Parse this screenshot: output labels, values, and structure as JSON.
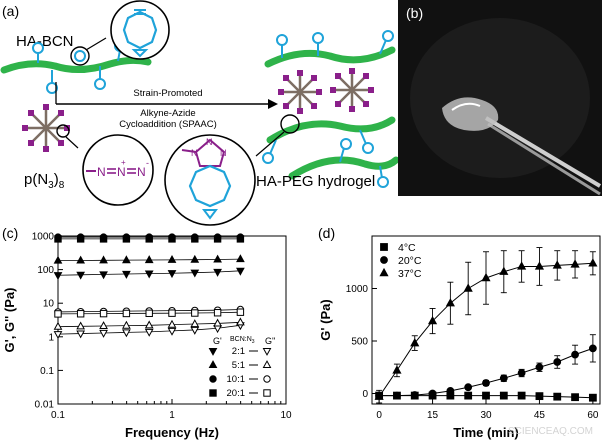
{
  "panel_labels": {
    "a": "(a)",
    "b": "(b)",
    "c": "(c)",
    "d": "(d)"
  },
  "scheme": {
    "ha_bcn_label": "HA-BCN",
    "crosslinker_label_base": "p(N",
    "crosslinker_label_sub1": "3",
    "crosslinker_label_mid": ")",
    "crosslinker_label_sub2": "8",
    "azide_n1": "N",
    "azide_n2": "N",
    "azide_n3": "N",
    "azide_plus": "+",
    "azide_minus": "-",
    "arrow_line1": "Strain-Promoted",
    "arrow_line2": "Alkyne-Azide",
    "arrow_line3": "Cycloaddition (SPAAC)",
    "triazole_n1": "N",
    "triazole_n2": "N",
    "triazole_n3": "N",
    "product_label": "HA-PEG hydrogel"
  },
  "photo": {
    "watermark": "SCIENCEAQ.COM"
  },
  "colors": {
    "polymer_green": "#2fb34a",
    "bcn_blue": "#1fa3d9",
    "azide_purple": "#8a1f8a",
    "peg_gray": "#7d6e63"
  },
  "chart_data": [
    {
      "id": "c",
      "type": "scatter",
      "log_x": true,
      "log_y": true,
      "xlabel": "Frequency (Hz)",
      "ylabel": "G', G'' (Pa)",
      "xlim": [
        0.1,
        10
      ],
      "ylim": [
        0.01,
        1000
      ],
      "x_ticks": [
        "0.1",
        "1",
        "10"
      ],
      "y_ticks": [
        "0.01",
        "0.1",
        "1",
        "10",
        "100",
        "1000"
      ],
      "legend_header_g1": "G'",
      "legend_header_ratio": "BCN:N",
      "legend_header_ratio_sub": "3",
      "legend_header_g2": "G''",
      "x": [
        0.1,
        0.158,
        0.251,
        0.398,
        0.631,
        1.0,
        1.585,
        2.512,
        3.981
      ],
      "series": [
        {
          "name": "2:1",
          "modulus": "G'",
          "marker": "triangle-down",
          "filled": true,
          "values": [
            68,
            70,
            72,
            74,
            76,
            78,
            81,
            85,
            92
          ]
        },
        {
          "name": "5:1",
          "modulus": "G'",
          "marker": "triangle-up",
          "filled": true,
          "values": [
            185,
            187,
            189,
            191,
            193,
            195,
            197,
            200,
            205
          ]
        },
        {
          "name": "10:1",
          "modulus": "G'",
          "marker": "circle",
          "filled": true,
          "values": [
            930,
            930,
            930,
            930,
            930,
            930,
            930,
            930,
            930
          ]
        },
        {
          "name": "20:1",
          "modulus": "G'",
          "marker": "square",
          "filled": true,
          "values": [
            820,
            820,
            820,
            820,
            820,
            820,
            820,
            820,
            820
          ]
        },
        {
          "name": "2:1",
          "modulus": "G''",
          "marker": "triangle-down",
          "filled": false,
          "values": [
            1.2,
            1.25,
            1.3,
            1.35,
            1.4,
            1.5,
            1.6,
            1.8,
            2.2
          ]
        },
        {
          "name": "5:1",
          "modulus": "G''",
          "marker": "triangle-up",
          "filled": false,
          "values": [
            2.0,
            2.05,
            2.1,
            2.15,
            2.2,
            2.3,
            2.4,
            2.5,
            2.7
          ]
        },
        {
          "name": "10:1",
          "modulus": "G''",
          "marker": "circle",
          "filled": false,
          "values": [
            5.5,
            5.6,
            5.7,
            5.8,
            5.9,
            6.0,
            6.1,
            6.2,
            6.5
          ]
        },
        {
          "name": "20:1",
          "modulus": "G''",
          "marker": "square",
          "filled": false,
          "values": [
            4.8,
            4.85,
            4.9,
            4.95,
            5.0,
            5.05,
            5.1,
            5.2,
            5.4
          ]
        }
      ]
    },
    {
      "id": "d",
      "type": "line",
      "xlabel": "Time (min)",
      "ylabel": "G' (Pa)",
      "xlim": [
        -2,
        62
      ],
      "ylim": [
        -100,
        1500
      ],
      "x_ticks": [
        "0",
        "15",
        "30",
        "45",
        "60"
      ],
      "y_ticks": [
        "0",
        "500",
        "1000"
      ],
      "series": [
        {
          "name": "4°C",
          "marker": "square",
          "x": [
            0,
            5,
            10,
            15,
            20,
            25,
            30,
            35,
            40,
            45,
            50,
            55,
            60
          ],
          "values": [
            -20,
            -20,
            -20,
            -20,
            -20,
            -20,
            -20,
            -20,
            -20,
            -25,
            -30,
            -35,
            -40
          ],
          "err": [
            10,
            10,
            10,
            10,
            10,
            10,
            10,
            10,
            10,
            10,
            10,
            10,
            10
          ]
        },
        {
          "name": "20°C",
          "marker": "circle",
          "x": [
            0,
            5,
            10,
            15,
            20,
            25,
            30,
            35,
            40,
            45,
            50,
            55,
            60
          ],
          "values": [
            -20,
            -20,
            -15,
            0,
            25,
            60,
            100,
            145,
            195,
            250,
            300,
            370,
            430
          ],
          "err": [
            15,
            10,
            10,
            10,
            15,
            20,
            25,
            30,
            35,
            40,
            60,
            90,
            130
          ]
        },
        {
          "name": "37°C",
          "marker": "triangle",
          "x": [
            0,
            5,
            10,
            15,
            20,
            25,
            30,
            35,
            40,
            45,
            50,
            55,
            60
          ],
          "values": [
            -30,
            220,
            480,
            690,
            860,
            1000,
            1100,
            1160,
            1210,
            1210,
            1220,
            1230,
            1240
          ],
          "err": [
            60,
            60,
            70,
            120,
            200,
            250,
            250,
            200,
            150,
            180,
            140,
            130,
            110
          ]
        }
      ]
    }
  ]
}
